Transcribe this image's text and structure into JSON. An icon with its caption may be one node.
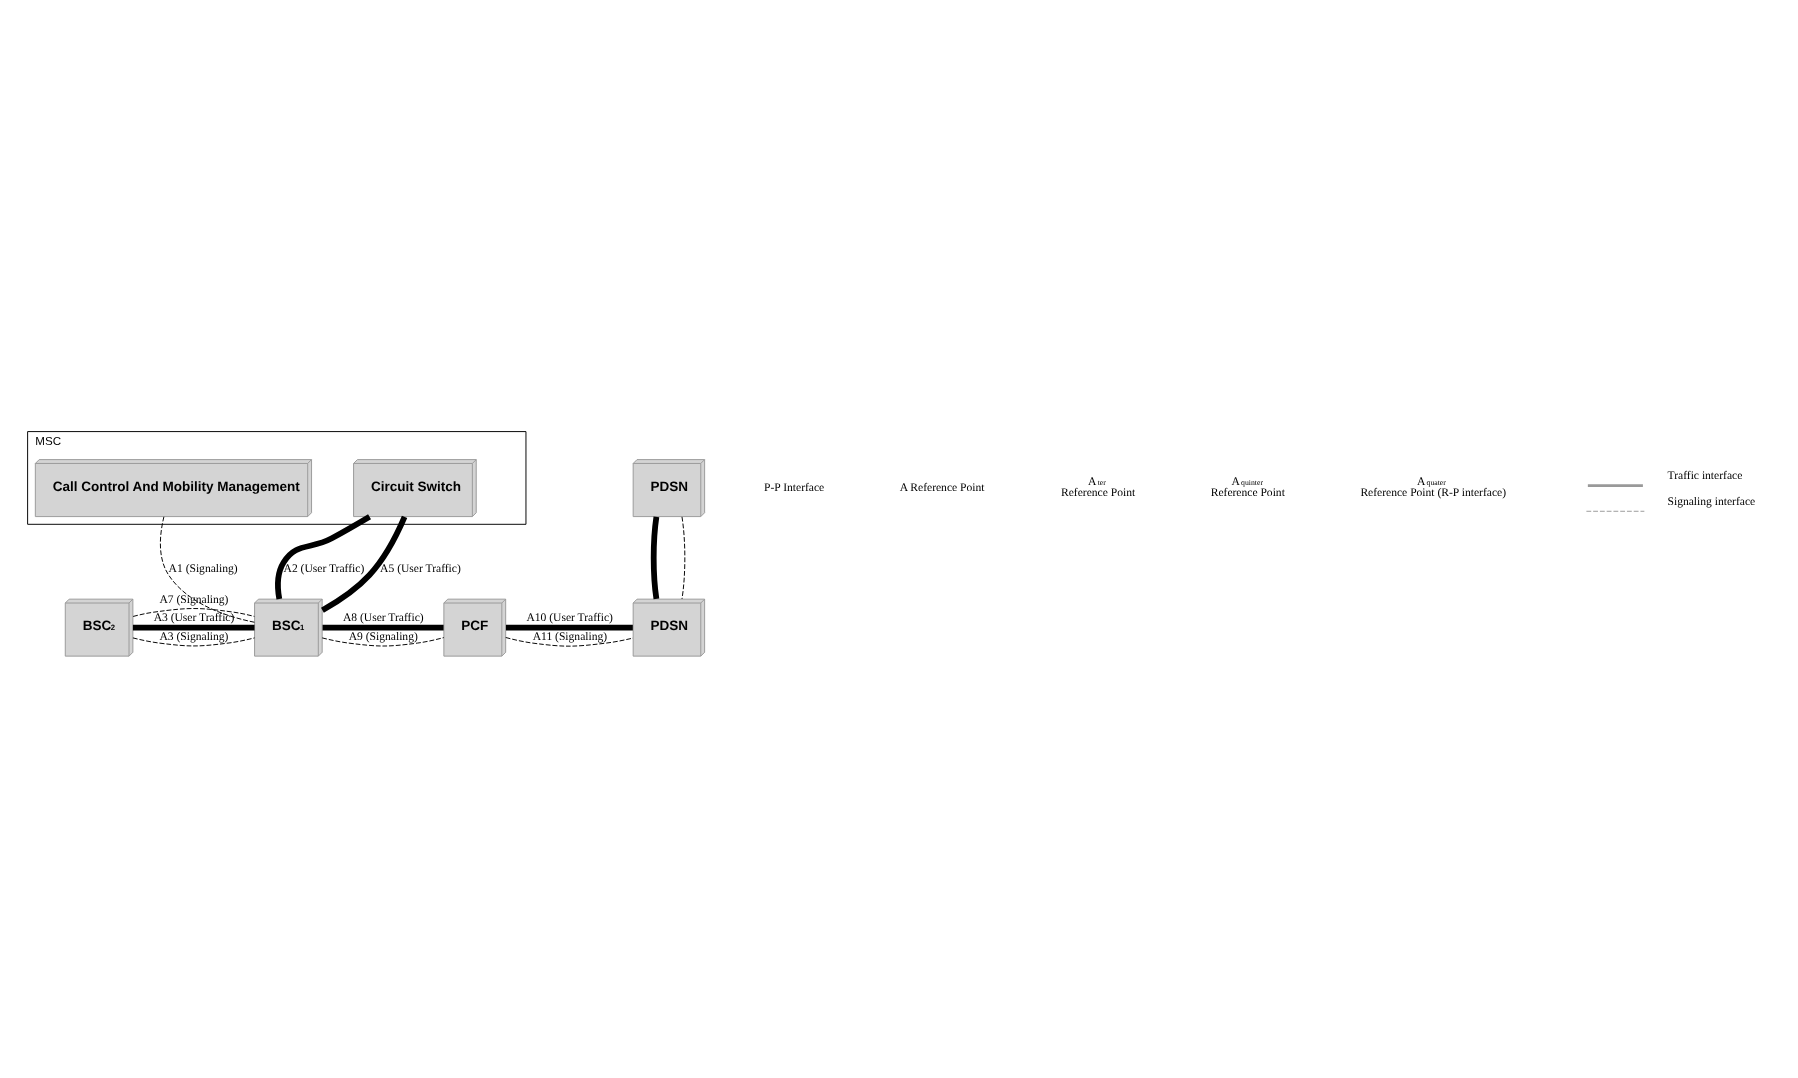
{
  "diagram": {
    "nodes": [
      {
        "text": [
          "MSC"
        ]
      },
      {
        "text": [
          "Call Control And Mobility Management"
        ],
        "in": 0
      },
      {
        "text": [
          "Circuit Switch"
        ],
        "in": 0
      },
      {
        "text": [
          "PDSN"
        ]
      },
      {
        "text": [
          "BSC$_{2}$"
        ]
      },
      {
        "text": [
          "BSC$_{1}$"
        ]
      },
      {
        "text": [
          "PCF"
        ]
      },
      {
        "text": [
          "PDSN"
        ]
      }
    ],
    "edges": [
      {
        "from": 1,
        "to": 5,
        "arrow": "none",
        "label": "A1 (Signaling)",
        "style": "dashed"
      },
      {
        "from": 2,
        "to": 5,
        "arrow": "none",
        "label": "A2 (User Traffic)",
        "style": "thick"
      },
      {
        "from": 2,
        "to": 5,
        "arrow": "none",
        "label": "A5 (User Traffic)",
        "style": "thick"
      },
      {
        "from": 4,
        "to": 5,
        "arrow": "none",
        "label": "A3 (User Traffic)",
        "style": "thick"
      },
      {
        "from": 4,
        "to": 5,
        "arrow": "none",
        "label": "A3 (Signaling)",
        "style": "dashed"
      },
      {
        "from": 4,
        "to": 5,
        "arrow": "none",
        "label": "A7 (Signaling)",
        "style": "dashed"
      },
      {
        "from": 5,
        "to": 6,
        "arrow": "none",
        "label": "A8 (User Traffic)",
        "style": "thick"
      },
      {
        "from": 5,
        "to": 6,
        "arrow": "none",
        "label": "A9 (Signaling)",
        "style": "dashed"
      },
      {
        "from": 6,
        "to": 7,
        "arrow": "none",
        "label": "A10 (User Traffic)",
        "style": "thick"
      },
      {
        "from": 6,
        "to": 7,
        "arrow": "none",
        "label": "A11 (Signaling)",
        "style": "dashed"
      },
      {
        "from": 3,
        "to": 7,
        "arrow": "none",
        "style": "thick"
      },
      {
        "from": 3,
        "to": 7,
        "arrow": "none",
        "style": "dashed"
      }
    ],
    "labels": [
      "P-P Interface",
      "A Reference Point",
      "A$_{ter}$ Reference Point",
      "A$_{quinter}$ Reference Point",
      "A$_{quater}$ Reference Point (R-P interface)"
    ],
    "legend": [
      {
        "text": "Traffic interface"
      },
      {
        "text": "Signaling interface"
      }
    ]
  }
}
